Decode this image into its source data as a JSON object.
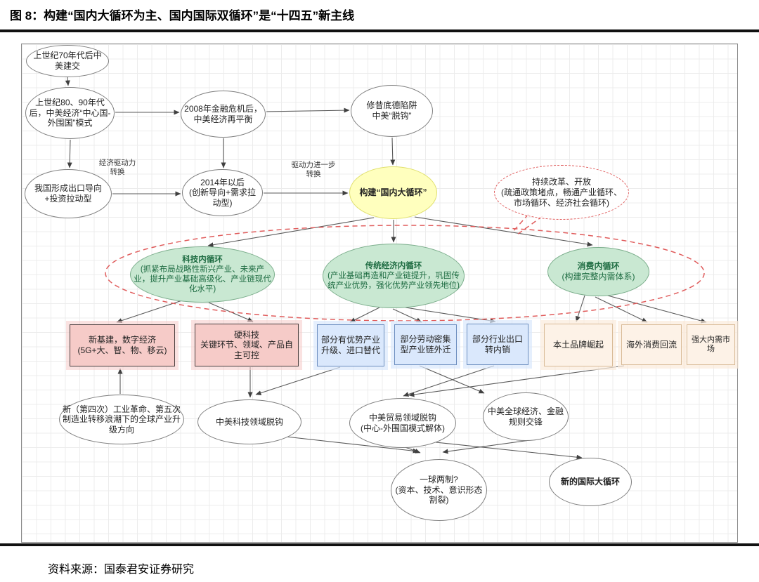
{
  "figure": {
    "title": "图 8：构建“国内大循环为主、国内国际双循环”是“十四五”新主线",
    "source": "资料来源：国泰君安证券研究"
  },
  "labels": {
    "econ_driver_shift": "经济驱动力转换",
    "driver_further_shift": "驱动力进一步转换"
  },
  "nodes": {
    "founding": {
      "body": "上世纪70年代后中美建交"
    },
    "center_periphery": {
      "body": "上世纪80、90年代后，中美经济“中心国-外围国”模式"
    },
    "export_led": {
      "body": "我国形成出口导向+投资拉动型"
    },
    "gfc": {
      "body": "2008年金融危机后，中美经济再平衡"
    },
    "post2014": {
      "body": "2014年以后\n(创新导向+需求拉动型)"
    },
    "thucydides": {
      "body": "修昔底德陷阱\n中美“脱钩”"
    },
    "build_cycle": {
      "body": "构建“国内大循环”"
    },
    "reform_callout": {
      "title": "持续改革、开放",
      "body": "(疏通政策堵点，畅通产业循环、市场循环、经济社会循环)"
    },
    "tech_loop": {
      "title": "科技内循环",
      "body": "(抓紧布局战略性新兴产业、未来产业，提升产业基础高级化、产业链现代化水平)"
    },
    "traditional_loop": {
      "title": "传统经济内循环",
      "body": "(产业基础再造和产业链提升，巩固传统产业优势，强化优势产业领先地位)"
    },
    "consumption_loop": {
      "title": "消费内循环",
      "body": "(构建完整内需体系)"
    },
    "new_infra": {
      "body": "新基建，数字经济\n(5G+大、智、物、移云)"
    },
    "hard_tech": {
      "body": "硬科技\n关键环节、领域、产品自主可控"
    },
    "upgrade_import_sub": {
      "body": "部分有优势产业升级、进口替代"
    },
    "labor_outmigration": {
      "body": "部分劳动密集型产业链外迁"
    },
    "export_to_domestic": {
      "body": "部分行业出口转内销"
    },
    "local_brands": {
      "body": "本土品牌崛起"
    },
    "overseas_consumption_return": {
      "body": "海外消费回流"
    },
    "domestic_demand_market": {
      "body": "强大内需市场"
    },
    "industrial_revolution": {
      "body": "新（第四次）工业革命、第五次制造业转移浪潮下的全球产业升级方向"
    },
    "tech_decoupling": {
      "body": "中美科技领域脱钩"
    },
    "trade_decoupling": {
      "body": "中美贸易领域脱钩\n(中心-外围国模式解体)"
    },
    "global_rules_clash": {
      "body": "中美全球经济、金融规则交锋"
    },
    "one_world_two_systems": {
      "title": "一球两制?",
      "body": "(资本、技术、意识形态割裂)"
    },
    "new_international_cycle": {
      "title": "新的国际大循环"
    }
  },
  "colors": {
    "green_fill": "#c9e8d2",
    "green_border": "#7cae8c",
    "green_text": "#1d6b41",
    "yellow_fill": "#ffffbe",
    "pink_fill": "#f6cbc8",
    "blue_fill": "#dae8fc",
    "blue_border": "#6c8ebf",
    "beige_fill": "#fdf2e7",
    "dashed_red": "#e05c5c",
    "connector_gray": "#595959"
  }
}
